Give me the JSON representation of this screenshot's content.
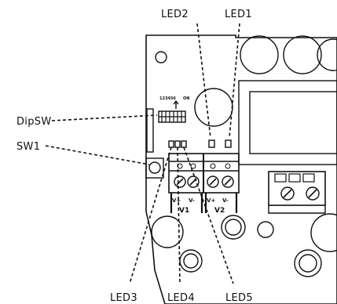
{
  "callouts": {
    "led1": "LED1",
    "led2": "LED2",
    "led3": "LED3",
    "led4": "LED4",
    "led5": "LED5",
    "dipsw": "DipSW",
    "sw1": "SW1"
  },
  "board": {
    "dip_numbers": "123456",
    "dip_on": "ON",
    "terminals": [
      "V+",
      "V-",
      "V+",
      "V-"
    ],
    "groups": [
      "V1",
      "V2"
    ]
  },
  "colors": {
    "ink": "#111111",
    "background": "#ffffff"
  }
}
